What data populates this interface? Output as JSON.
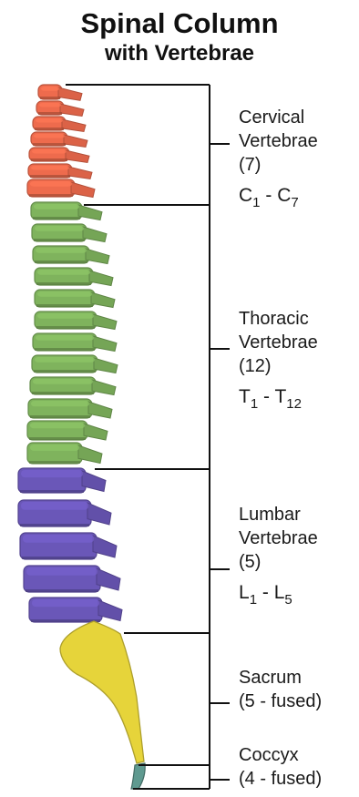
{
  "title": "Spinal Column",
  "subtitle": "with Vertebrae",
  "regions": [
    {
      "name": "Cervical",
      "line2": "Vertebrae",
      "count": "(7)",
      "range_a": "C",
      "range_a_sub": "1",
      "sep": " - ",
      "range_b": "C",
      "range_b_sub": "7",
      "color": "#ee6b4d"
    },
    {
      "name": "Thoracic",
      "line2": "Vertebrae",
      "count": "(12)",
      "range_a": "T",
      "range_a_sub": "1",
      "sep": " - ",
      "range_b": "T",
      "range_b_sub": "12",
      "color": "#7fb35d"
    },
    {
      "name": "Lumbar",
      "line2": "Vertebrae",
      "count": "(5)",
      "range_a": "L",
      "range_a_sub": "1",
      "sep": " - ",
      "range_b": "L",
      "range_b_sub": "5",
      "color": "#6a57b8"
    },
    {
      "name": "Sacrum",
      "line2": "(5 - fused)",
      "color": "#e6d43a"
    },
    {
      "name": "Coccyx",
      "line2": "(4 - fused)",
      "color": "#5f9a90"
    }
  ],
  "line_color": "#111111"
}
